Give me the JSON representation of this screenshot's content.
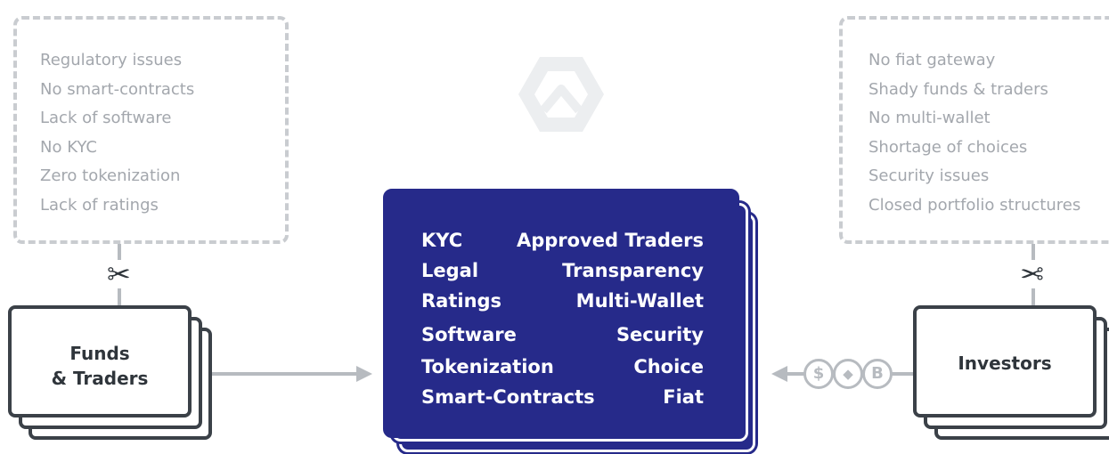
{
  "left_issues": {
    "items": [
      "Regulatory issues",
      "No smart-contracts",
      "Lack of software",
      "No KYC",
      "Zero tokenization",
      "Lack of ratings"
    ]
  },
  "right_issues": {
    "items": [
      "No fiat gateway",
      "Shady funds & traders",
      "No multi-wallet",
      "Shortage of choices",
      "Security issues",
      "Closed portfolio structures"
    ]
  },
  "funds_card": {
    "line1": "Funds",
    "line2": "& Traders"
  },
  "investors_card": {
    "label": "Investors"
  },
  "platform": {
    "left_features": [
      "KYC",
      "Legal",
      "Ratings",
      "Software",
      "Tokenization",
      "Smart-Contracts"
    ],
    "right_features": [
      "Approved Traders",
      "Transparency",
      "Multi-Wallet",
      "Security",
      "Choice",
      "Fiat"
    ]
  },
  "currencies": [
    {
      "symbol": "$",
      "icon": "dollar-coin-icon"
    },
    {
      "symbol": "◆",
      "icon": "ethereum-coin-icon"
    },
    {
      "symbol": "B",
      "icon": "bitcoin-coin-icon"
    }
  ],
  "colors": {
    "platform_blue": "#262a8a",
    "dashed_border": "#c9ccd0",
    "muted_text": "#a3a7ad",
    "card_border": "#3b4148",
    "connector": "#b7bbc0"
  }
}
